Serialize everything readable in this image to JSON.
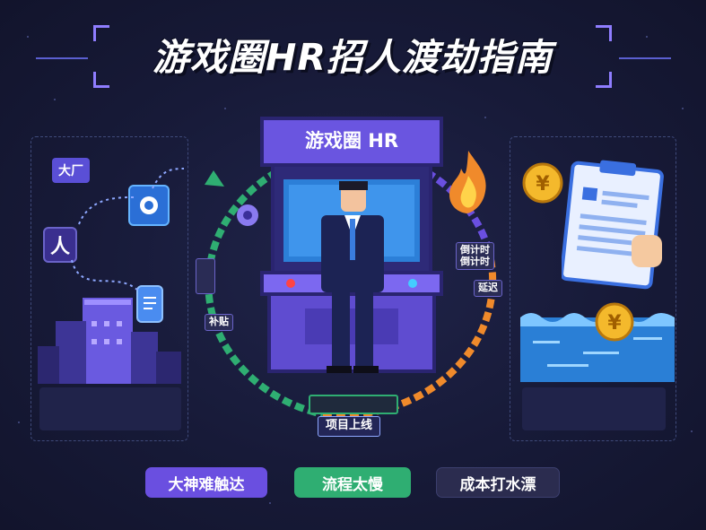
{
  "title": "游戏圈HR招人渡劫指南",
  "cabinet": {
    "marquee": "游戏圈 HR"
  },
  "left_panel": {
    "bubble": "大厂",
    "person_glyph": "人"
  },
  "center_tags": {
    "countdown_1": "倒计时",
    "countdown_2": "倒计时",
    "delay": "延迟",
    "lure": "补贴",
    "project_launch": "项目上线"
  },
  "bottom_pills": [
    {
      "label": "大神难触达",
      "color": "#6a4fe0"
    },
    {
      "label": "流程太慢",
      "color": "#2fae72"
    },
    {
      "label": "成本打水漂",
      "color": "#2b2c4f"
    }
  ],
  "colors": {
    "bg": "#151833",
    "accent": "#6a4fe0",
    "green": "#2fae72",
    "orange": "#f08a2b",
    "water": "#3a9be8",
    "coin": "#f4b92c"
  },
  "icons": [
    "game-cabinet-icon",
    "businessman-icon",
    "fire-icon",
    "coin-icon",
    "clipboard-resume-icon",
    "document-icon",
    "building-icon",
    "shield-icon",
    "water-icon"
  ]
}
